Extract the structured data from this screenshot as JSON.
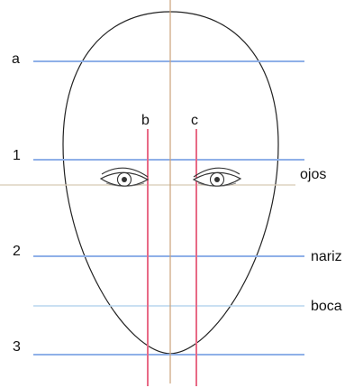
{
  "labels": {
    "a": "a",
    "b": "b",
    "c": "c",
    "one": "1",
    "two": "2",
    "three": "3",
    "ojos": "ojos",
    "nariz": "nariz",
    "boca": "boca"
  },
  "colors": {
    "guide_blue": "#8fb0e8",
    "guide_light_blue": "#b9d6ee",
    "guide_red": "#e86a86",
    "center_line": "#caa27a",
    "eye_level_line": "#d7c9b4",
    "outline": "#222222"
  }
}
